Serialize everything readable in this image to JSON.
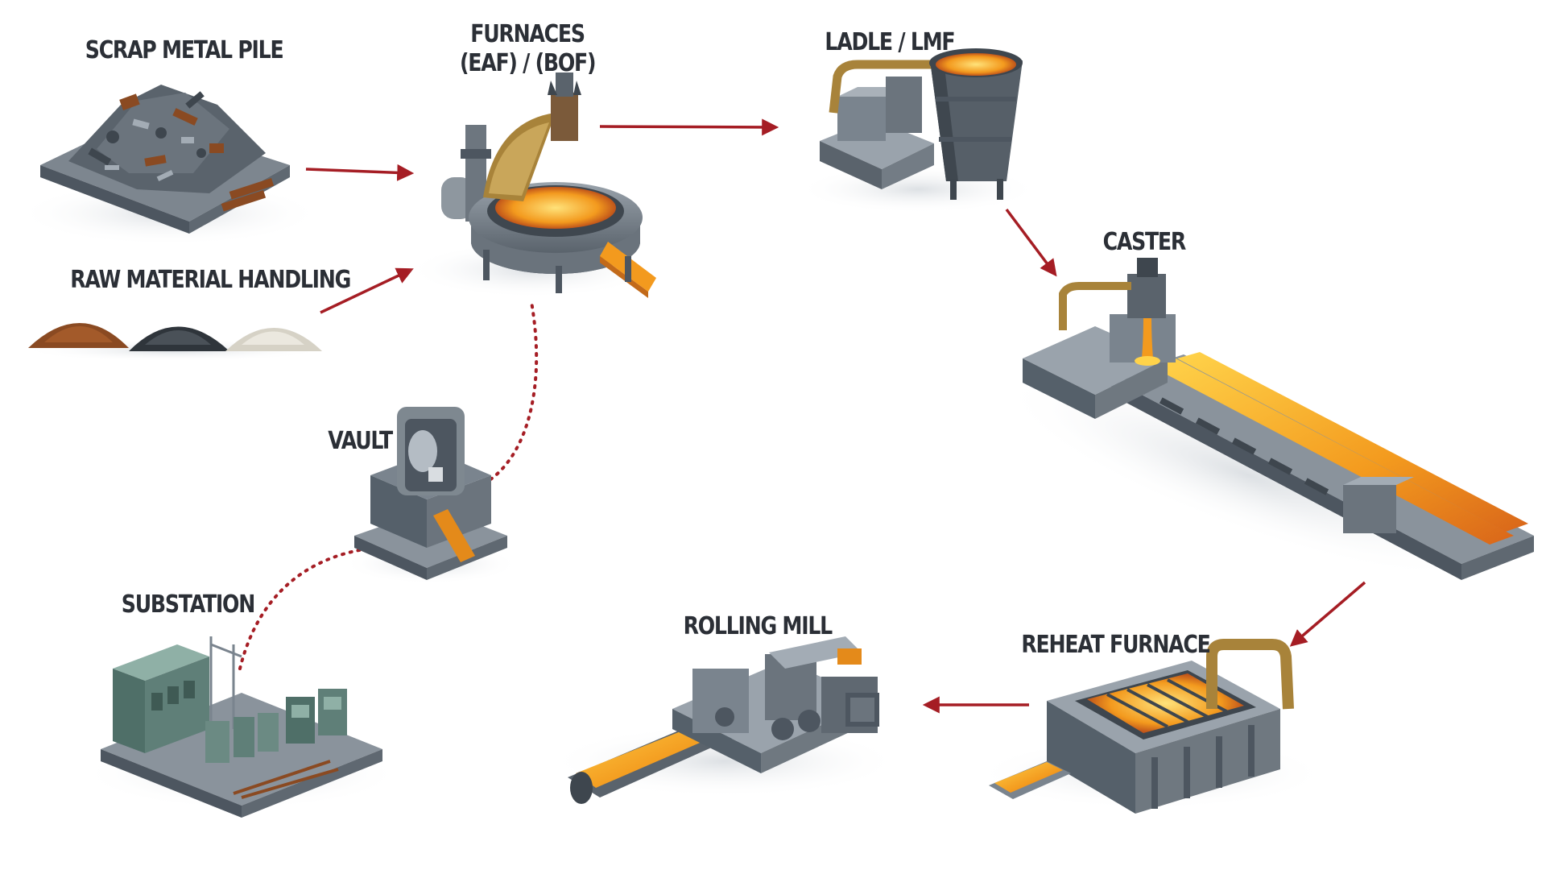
{
  "stations": {
    "scrap": {
      "label": "SCRAP METAL PILE"
    },
    "raw": {
      "label": "RAW MATERIAL HANDLING"
    },
    "furnaces": {
      "label_line1": "FURNACES",
      "label_line2": "(EAF) / (BOF)"
    },
    "ladle": {
      "label": "LADLE / LMF"
    },
    "caster": {
      "label": "CASTER"
    },
    "reheat": {
      "label": "REHEAT FURNACE"
    },
    "rolling": {
      "label": "ROLLING MILL"
    },
    "vault": {
      "label": "VAULT"
    },
    "substation": {
      "label": "SUBSTATION"
    }
  },
  "colors": {
    "flow_arrow": "#a51d24",
    "power_link": "#a51d24",
    "label_text": "#2b2f36",
    "steel_dark": "#4d5660",
    "steel_mid": "#7a848e",
    "steel_light": "#b4bcc4",
    "molten": "#f39a1e",
    "molten_hot": "#ffd34a",
    "rust": "#8a4a22",
    "brass": "#a8833a"
  },
  "icons": [
    "scrap-pile-icon",
    "ore-piles-icon",
    "furnace-icon",
    "ladle-icon",
    "caster-icon",
    "reheat-furnace-icon",
    "rolling-mill-icon",
    "vault-icon",
    "substation-icon"
  ]
}
